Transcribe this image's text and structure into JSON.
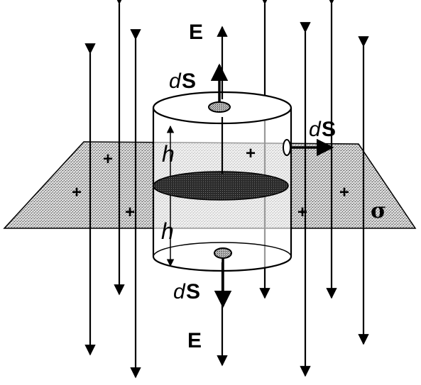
{
  "labels": {
    "field_top": "E",
    "field_bottom": "E",
    "area_top_d": "d",
    "area_top_s": "S",
    "area_side_d": "d",
    "area_side_s": "S",
    "area_bottom_d": "d",
    "area_bottom_s": "S",
    "height_upper": "h",
    "height_lower": "h",
    "surface_charge_density": "σ",
    "charge_symbol": "+"
  },
  "colors": {
    "ink": "#000000",
    "sheet_fill": "#c9c9c9",
    "disc_fill": "#3a3a3a",
    "background": "#ffffff"
  }
}
